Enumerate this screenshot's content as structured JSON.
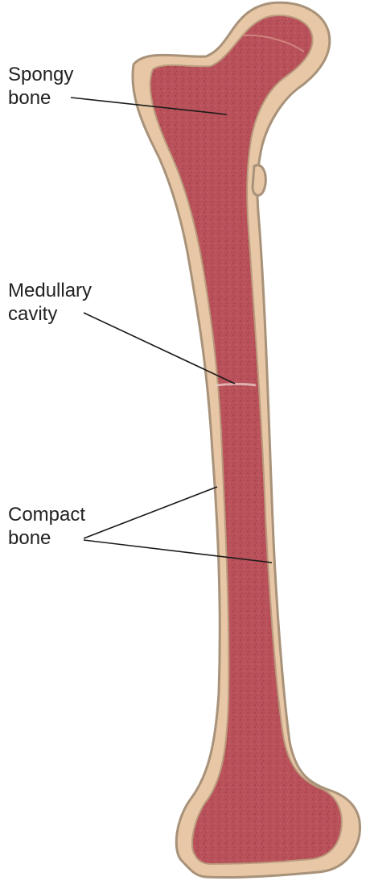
{
  "labels": {
    "spongy": {
      "line1": "Spongy",
      "line2": "bone"
    },
    "medullary": {
      "line1": "Medullary",
      "line2": "cavity"
    },
    "compact": {
      "line1": "Compact",
      "line2": "bone"
    }
  },
  "colors": {
    "background": "#ffffff",
    "bone_outline": "#a89279",
    "compact_bone": "#e7c7a6",
    "cortex_edge": "#b99a7c",
    "marrow": "#b9515a",
    "marrow_speckle": "#8c3239",
    "leader_line": "#1a1a1a"
  }
}
